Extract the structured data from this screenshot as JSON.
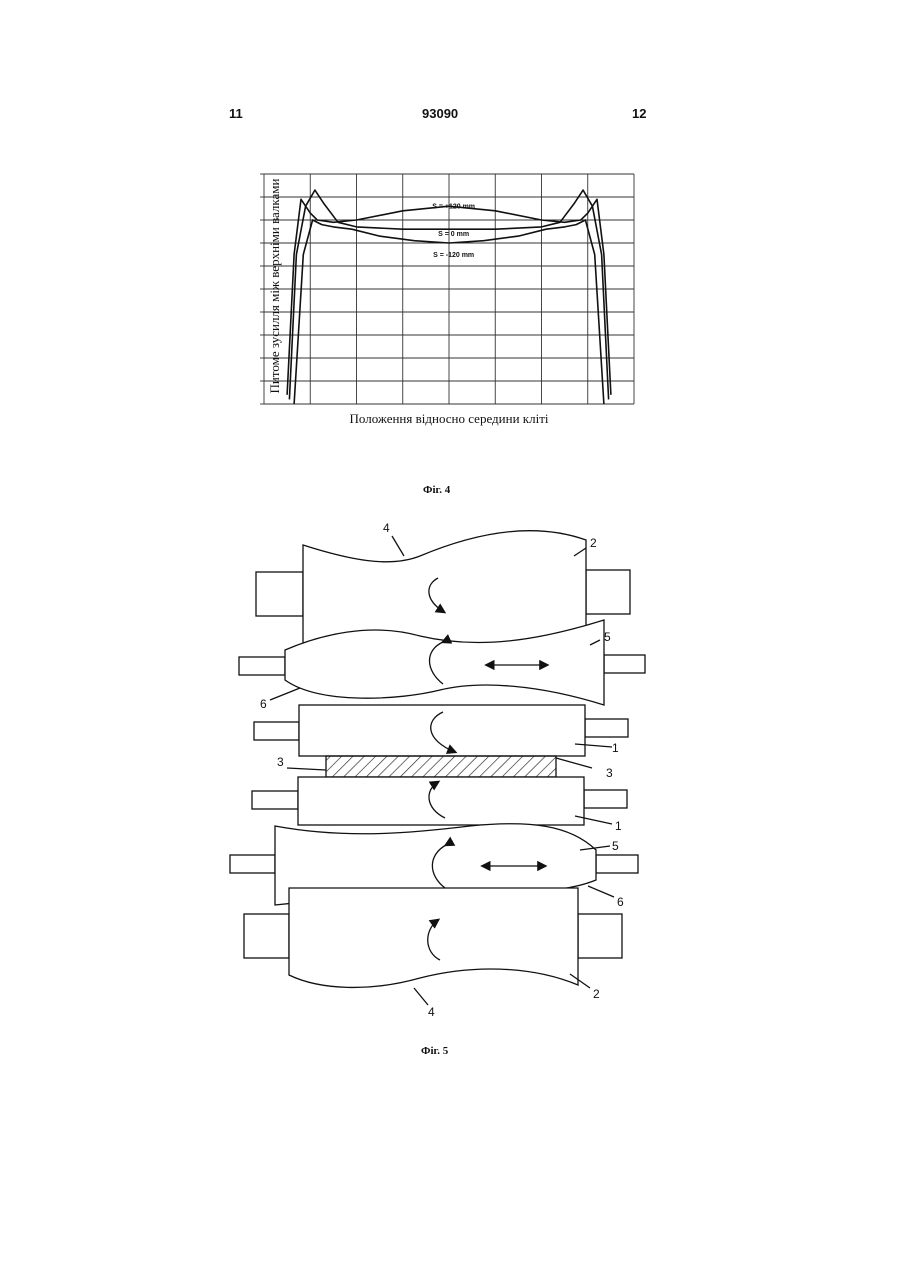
{
  "header": {
    "left_page": "11",
    "patent_number": "93090",
    "right_page": "12"
  },
  "figure4": {
    "caption": "Фіг. 4",
    "chart_data": {
      "type": "line",
      "title": "",
      "ylabel": "Питоме зусилля між верхніми валками",
      "xlabel": "Положення відносно середини кліті",
      "xlim": [
        0,
        16
      ],
      "ylim": [
        0,
        10
      ],
      "grid": true,
      "annotations": [
        "S = +120 mm",
        "S = 0 mm",
        "S = -120 mm"
      ],
      "series": [
        {
          "name": "S = +120 mm",
          "x": [
            1.0,
            1.3,
            1.6,
            2.0,
            2.3,
            3.0,
            4.0,
            6.0,
            8.0,
            10.0,
            12.0,
            13.0,
            13.7,
            14.0,
            14.4,
            14.7,
            15.0
          ],
          "y": [
            0.4,
            6.5,
            8.9,
            8.3,
            8.0,
            7.9,
            8.0,
            8.4,
            8.6,
            8.4,
            8.0,
            7.9,
            8.0,
            8.3,
            8.9,
            6.5,
            0.4
          ]
        },
        {
          "name": "S = 0 mm",
          "x": [
            1.1,
            1.4,
            1.8,
            2.2,
            2.6,
            3.2,
            4.0,
            6.0,
            8.0,
            10.0,
            12.0,
            12.8,
            13.4,
            13.8,
            14.2,
            14.6,
            14.9
          ],
          "y": [
            0.2,
            6.5,
            8.6,
            9.3,
            8.7,
            7.9,
            7.7,
            7.6,
            7.6,
            7.6,
            7.7,
            7.9,
            8.7,
            9.3,
            8.6,
            6.5,
            0.2
          ]
        },
        {
          "name": "S = -120 mm",
          "x": [
            1.3,
            1.7,
            2.1,
            2.5,
            3.0,
            3.8,
            5.0,
            6.5,
            8.0,
            9.5,
            11.0,
            12.2,
            13.0,
            13.5,
            13.9,
            14.3,
            14.7
          ],
          "y": [
            0.0,
            6.5,
            8.0,
            7.8,
            7.7,
            7.6,
            7.3,
            7.1,
            7.0,
            7.1,
            7.3,
            7.6,
            7.7,
            7.8,
            8.0,
            6.5,
            0.0
          ]
        }
      ]
    }
  },
  "figure5": {
    "caption": "Фіг. 5",
    "labels": {
      "l4_top": "4",
      "l2_top": "2",
      "l5_top": "5",
      "l6_top": "6",
      "l1_top": "1",
      "l3_left": "3",
      "l3_right": "3",
      "l1_bottom": "1",
      "l5_bottom": "5",
      "l6_bottom": "6",
      "l2_bottom": "2",
      "l4_bottom": "4"
    }
  }
}
